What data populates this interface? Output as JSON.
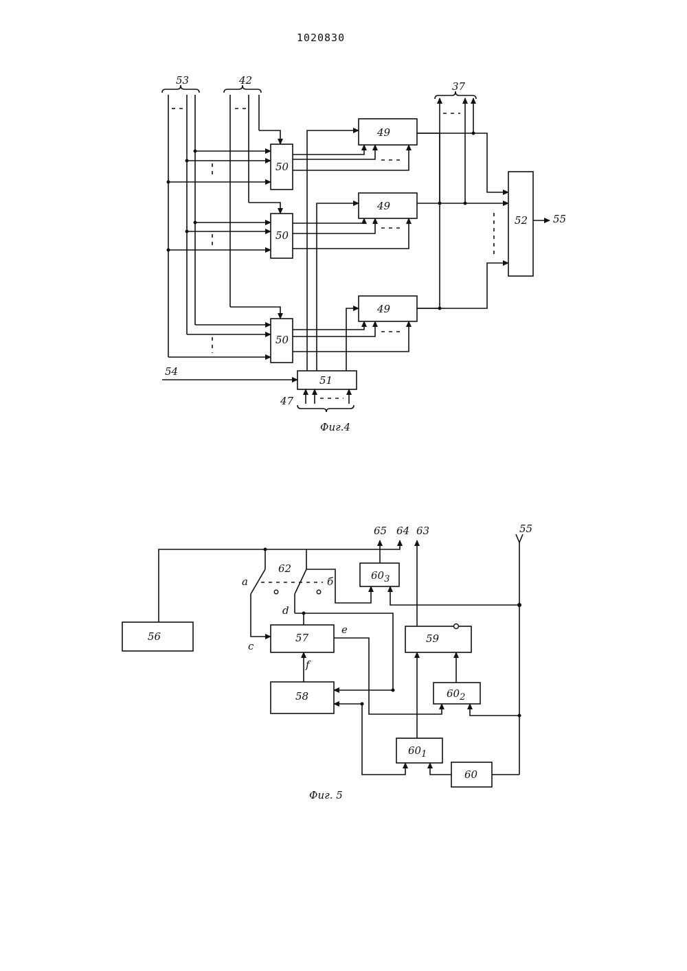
{
  "document": {
    "page_number": "1020830"
  },
  "figure4": {
    "caption": "Фиг.4",
    "blocks": {
      "b49": "49",
      "b50": "50",
      "b51": "51",
      "b52": "52"
    },
    "buses": {
      "in53": "53",
      "in42": "42",
      "out37": "37",
      "in54": "54",
      "out55": "55",
      "in47": "47"
    }
  },
  "figure5": {
    "caption": "Фиг. 5",
    "blocks": {
      "b56": "56",
      "b57": "57",
      "b58": "58",
      "b59": "59",
      "b60": "60",
      "b60_1": "60",
      "b60_2": "60",
      "b60_3": "60"
    },
    "subscripts": {
      "s1": "1",
      "s2": "2",
      "s3": "3"
    },
    "signals": {
      "s65": "65",
      "s64": "64",
      "s63": "63",
      "s55": "55",
      "s62": "62"
    },
    "nodes": {
      "a": "a",
      "b": "б",
      "c": "c",
      "d": "d",
      "e": "e",
      "f": "f"
    }
  }
}
